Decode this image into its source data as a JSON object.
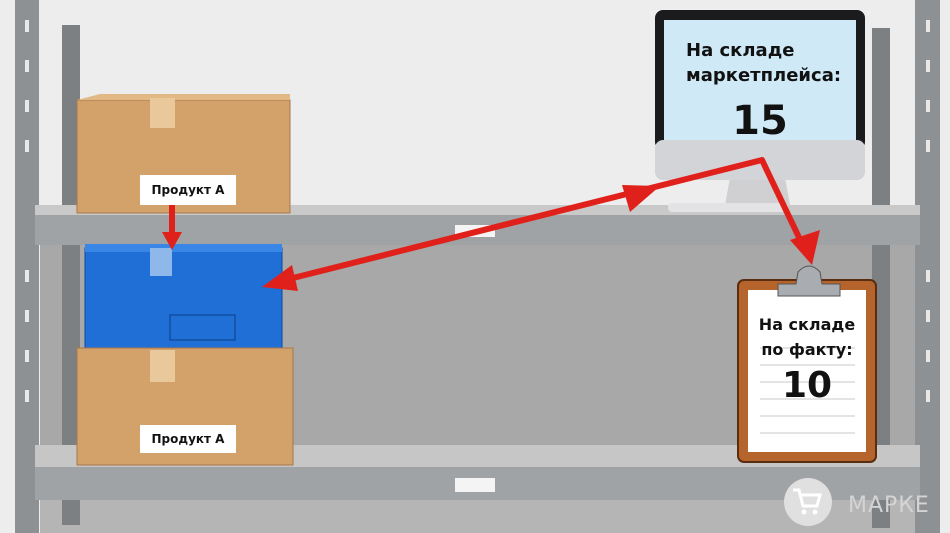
{
  "box_labels": {
    "top": "Продукт А",
    "bottom": "Продукт А"
  },
  "monitor": {
    "title": "На складе маркетплейса:",
    "value": "15"
  },
  "clipboard": {
    "title": "На складе по факту:",
    "value": "10"
  },
  "watermark": "МАРКЕ",
  "colors": {
    "arrow": "#e0211b",
    "blue_box": "#1f6fd6",
    "cardboard": "#d3a16a",
    "screen": "#cfe9f7",
    "clipboard": "#b5642b"
  }
}
